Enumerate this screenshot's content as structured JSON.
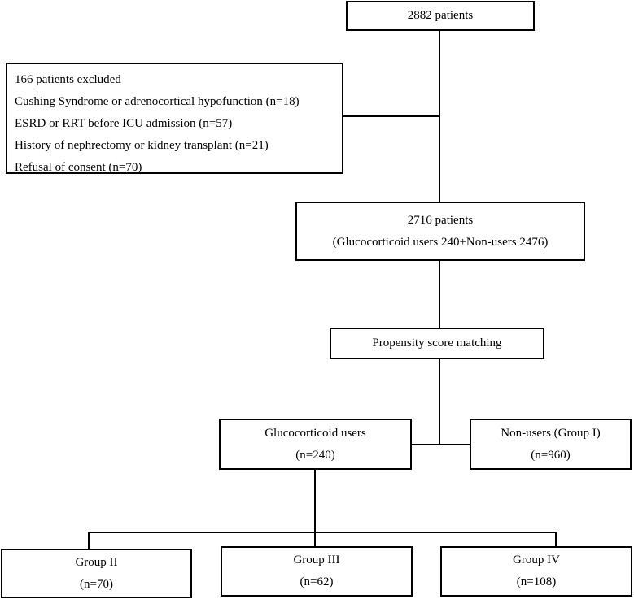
{
  "boxes": {
    "total": {
      "lines": [
        "2882 patients"
      ]
    },
    "excluded": {
      "lines": [
        "166 patients excluded",
        "Cushing Syndrome or adrenocortical hypofunction (n=18)",
        "ESRD or RRT before ICU admission (n=57)",
        "History of nephrectomy or kidney transplant (n=21)",
        "Refusal of consent (n=70)"
      ]
    },
    "included": {
      "lines": [
        "2716 patients",
        "(Glucocorticoid users 240+Non-users 2476)"
      ]
    },
    "psm": {
      "lines": [
        "Propensity score matching"
      ]
    },
    "gc_users": {
      "lines": [
        "Glucocorticoid users",
        "(n=240)"
      ]
    },
    "non_users": {
      "lines": [
        "Non-users (Group I)",
        "(n=960)"
      ]
    },
    "group2": {
      "lines": [
        "Group II",
        "(n=70)"
      ]
    },
    "group3": {
      "lines": [
        "Group III",
        "(n=62)"
      ]
    },
    "group4": {
      "lines": [
        "Group IV",
        "(n=108)"
      ]
    }
  }
}
